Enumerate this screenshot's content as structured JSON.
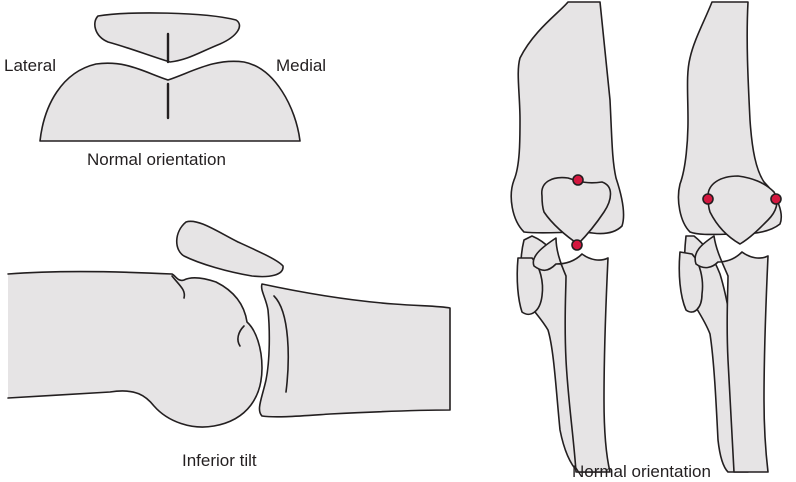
{
  "labels": {
    "lateral": "Lateral",
    "medial": "Medial",
    "top_caption": "Normal orientation",
    "left_caption": "Inferior tilt",
    "right_caption": "Normal orientation"
  },
  "colors": {
    "bone_fill": "#e6e4e5",
    "outline": "#231f20",
    "landmark": "#d4173f",
    "background": "#ffffff"
  }
}
